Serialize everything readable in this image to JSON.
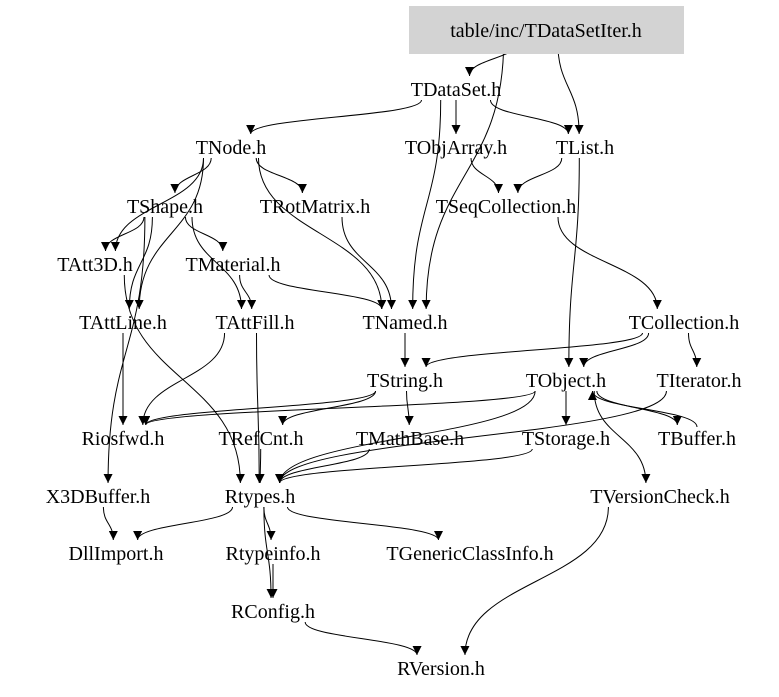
{
  "graph": {
    "root_fill": "#d3d3d3",
    "nodes": [
      {
        "id": "root",
        "label": "table/inc/TDataSetIter.h",
        "highlight": true
      },
      {
        "id": "tdataset",
        "label": "TDataSet.h"
      },
      {
        "id": "tnode",
        "label": "TNode.h"
      },
      {
        "id": "tobjarray",
        "label": "TObjArray.h"
      },
      {
        "id": "tlist",
        "label": "TList.h"
      },
      {
        "id": "tshape",
        "label": "TShape.h"
      },
      {
        "id": "trotmatrix",
        "label": "TRotMatrix.h"
      },
      {
        "id": "tseqcollection",
        "label": "TSeqCollection.h"
      },
      {
        "id": "tatt3d",
        "label": "TAtt3D.h"
      },
      {
        "id": "tmaterial",
        "label": "TMaterial.h"
      },
      {
        "id": "tattline",
        "label": "TAttLine.h"
      },
      {
        "id": "tattfill",
        "label": "TAttFill.h"
      },
      {
        "id": "tnamed",
        "label": "TNamed.h"
      },
      {
        "id": "tcollection",
        "label": "TCollection.h"
      },
      {
        "id": "tstring",
        "label": "TString.h"
      },
      {
        "id": "tobject",
        "label": "TObject.h"
      },
      {
        "id": "titerator",
        "label": "TIterator.h"
      },
      {
        "id": "riosfwd",
        "label": "Riosfwd.h"
      },
      {
        "id": "trefcnt",
        "label": "TRefCnt.h"
      },
      {
        "id": "tmathbase",
        "label": "TMathBase.h"
      },
      {
        "id": "tstorage",
        "label": "TStorage.h"
      },
      {
        "id": "tbuffer",
        "label": "TBuffer.h"
      },
      {
        "id": "x3dbuffer",
        "label": "X3DBuffer.h"
      },
      {
        "id": "rtypes",
        "label": "Rtypes.h"
      },
      {
        "id": "tversioncheck",
        "label": "TVersionCheck.h"
      },
      {
        "id": "dllimport",
        "label": "DllImport.h"
      },
      {
        "id": "rtypeinfo",
        "label": "Rtypeinfo.h"
      },
      {
        "id": "tgenericclassinfo",
        "label": "TGenericClassInfo.h"
      },
      {
        "id": "rconfig",
        "label": "RConfig.h"
      },
      {
        "id": "rversion",
        "label": "RVersion.h"
      }
    ],
    "edges": [
      [
        "root",
        "tdataset"
      ],
      [
        "root",
        "tlist"
      ],
      [
        "root",
        "tnamed"
      ],
      [
        "tdataset",
        "tnode"
      ],
      [
        "tdataset",
        "tobjarray"
      ],
      [
        "tdataset",
        "tlist"
      ],
      [
        "tdataset",
        "tnamed"
      ],
      [
        "tnode",
        "tshape"
      ],
      [
        "tnode",
        "trotmatrix"
      ],
      [
        "tnode",
        "tatt3d"
      ],
      [
        "tnode",
        "tattline"
      ],
      [
        "tnode",
        "tnamed"
      ],
      [
        "tobjarray",
        "tseqcollection"
      ],
      [
        "tlist",
        "tseqcollection"
      ],
      [
        "tlist",
        "tobject"
      ],
      [
        "tshape",
        "tatt3d"
      ],
      [
        "tshape",
        "tmaterial"
      ],
      [
        "tshape",
        "tattline"
      ],
      [
        "tshape",
        "tattfill"
      ],
      [
        "tshape",
        "x3dbuffer"
      ],
      [
        "trotmatrix",
        "tnamed"
      ],
      [
        "tseqcollection",
        "tcollection"
      ],
      [
        "tatt3d",
        "rtypes"
      ],
      [
        "tmaterial",
        "tattfill"
      ],
      [
        "tmaterial",
        "tnamed"
      ],
      [
        "tattline",
        "riosfwd"
      ],
      [
        "tattfill",
        "riosfwd"
      ],
      [
        "tattfill",
        "rtypes"
      ],
      [
        "tnamed",
        "tstring"
      ],
      [
        "tcollection",
        "tobject"
      ],
      [
        "tcollection",
        "titerator"
      ],
      [
        "tcollection",
        "tstring"
      ],
      [
        "tstring",
        "riosfwd"
      ],
      [
        "tstring",
        "trefcnt"
      ],
      [
        "tstring",
        "tmathbase"
      ],
      [
        "tobject",
        "riosfwd"
      ],
      [
        "tobject",
        "tstorage"
      ],
      [
        "tobject",
        "tbuffer"
      ],
      [
        "tobject",
        "rtypes"
      ],
      [
        "tobject",
        "tversioncheck"
      ],
      [
        "titerator",
        "rtypes"
      ],
      [
        "trefcnt",
        "rtypes"
      ],
      [
        "tmathbase",
        "rtypes"
      ],
      [
        "tstorage",
        "rtypes"
      ],
      [
        "tbuffer",
        "tobject"
      ],
      [
        "x3dbuffer",
        "dllimport"
      ],
      [
        "rtypes",
        "dllimport"
      ],
      [
        "rtypes",
        "rtypeinfo"
      ],
      [
        "rtypes",
        "tgenericclassinfo"
      ],
      [
        "rtypes",
        "rconfig"
      ],
      [
        "rtypeinfo",
        "rconfig"
      ],
      [
        "rconfig",
        "rversion"
      ],
      [
        "tversioncheck",
        "rversion"
      ]
    ]
  }
}
